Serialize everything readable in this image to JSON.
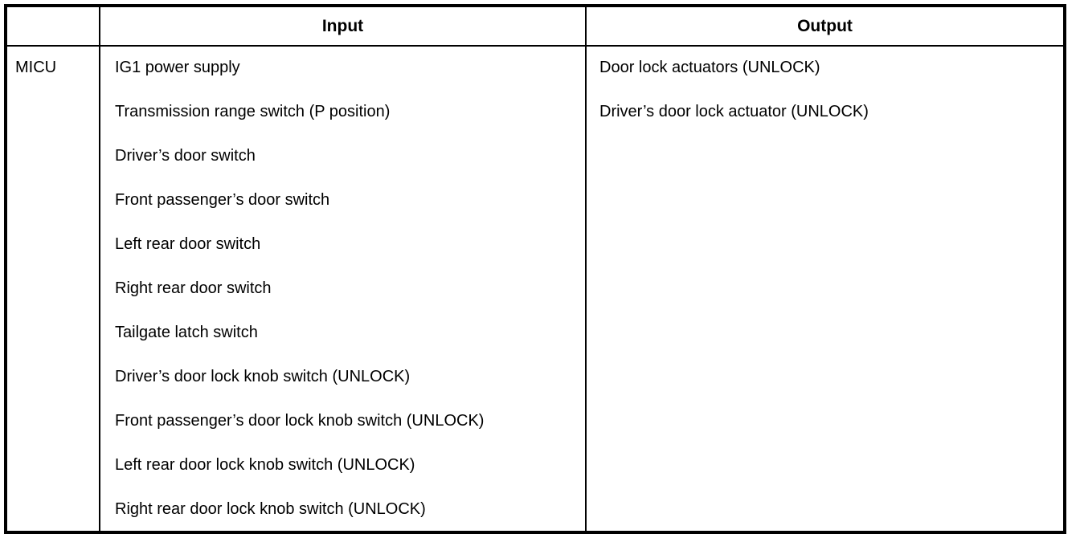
{
  "table": {
    "headers": {
      "corner": "",
      "input": "Input",
      "output": "Output"
    },
    "row": {
      "module": "MICU",
      "inputs": [
        "IG1 power supply",
        "Transmission range switch (P position)",
        "Driver’s door switch",
        "Front passenger’s door switch",
        "Left rear door switch",
        "Right rear door switch",
        "Tailgate latch switch",
        "Driver’s door lock knob switch (UNLOCK)",
        "Front passenger’s door lock knob switch (UNLOCK)",
        "Left rear door lock knob switch (UNLOCK)",
        "Right rear door lock knob switch (UNLOCK)"
      ],
      "outputs": [
        "Door lock actuators (UNLOCK)",
        "Driver’s door lock actuator (UNLOCK)"
      ]
    },
    "colors": {
      "border": "#000000",
      "text": "#000000",
      "background": "#ffffff"
    }
  }
}
